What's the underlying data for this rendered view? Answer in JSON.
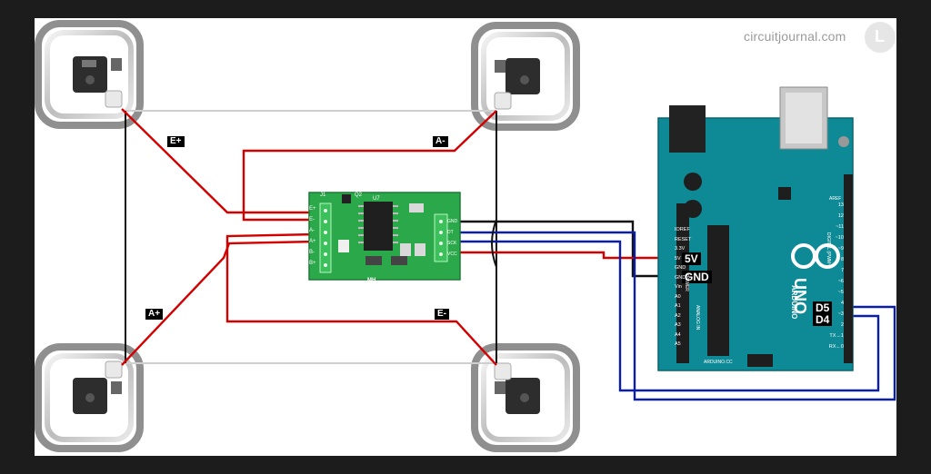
{
  "watermark": "circuitjournal.com",
  "labels": {
    "e_plus": "E+",
    "e_minus": "E-",
    "a_plus": "A+",
    "a_minus": "A-",
    "pin_5v": "5V",
    "pin_gnd": "GND",
    "pin_d5": "D5",
    "pin_d4": "D4"
  },
  "hx711": {
    "board_label": "MH",
    "chip_label": "U7",
    "q_label": "Q2",
    "j_label": "J1",
    "left_pins": [
      "E+",
      "E-",
      "A-",
      "A+",
      "B-",
      "B+"
    ],
    "right_pins": [
      "GND",
      "DT",
      "SCK",
      "VCC"
    ]
  },
  "arduino": {
    "model": "UNO",
    "brand": "ARDUINO",
    "site": "ARDUINO.CC",
    "left_pins": [
      "IOREF",
      "RESET",
      "3.3V",
      "5V",
      "GND",
      "GND",
      "Vin",
      "A0",
      "A1",
      "A2",
      "A3",
      "A4",
      "A5"
    ],
    "right_pins": [
      "13",
      "12",
      "~11",
      "~10",
      "~9",
      "8",
      "7",
      "~6",
      "~5",
      "4",
      "~3",
      "2",
      "TX→1",
      "RX←0"
    ],
    "aref": "AREF",
    "power_label": "POWER",
    "analog_label": "ANALOG IN",
    "digital_label": "DIGITAL (PWM~)"
  },
  "colors": {
    "red_wire": "#d40000",
    "black_wire": "#111111",
    "blue_wire": "#0a1ea8",
    "white_wire": "#cfcfcf",
    "hx711_board": "#2aa84a",
    "arduino_board": "#0e8a96"
  }
}
